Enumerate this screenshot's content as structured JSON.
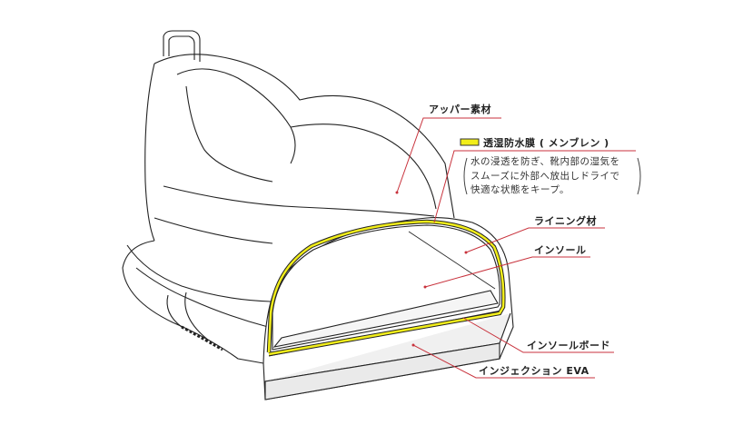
{
  "colors": {
    "leader": "#c8323c",
    "membrane": "#f2ee1a",
    "outline": "#222222"
  },
  "labels": {
    "upper": "アッパー素材",
    "membrane": "透湿防水膜 ( メンブレン )",
    "membrane_desc": [
      "水の浸透を防ぎ、靴内部の湿気を",
      "スムーズに外部へ放出しドライで",
      "快適な状態をキープ。"
    ],
    "lining": "ライニング材",
    "insole": "インソール",
    "insole_board": "インソールボード",
    "eva": "インジェクション EVA"
  }
}
